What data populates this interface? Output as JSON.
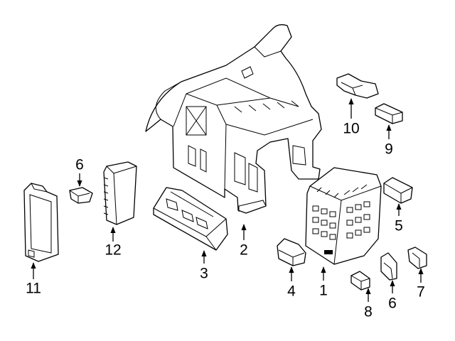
{
  "callouts": [
    {
      "id": "c1",
      "text": "1"
    },
    {
      "id": "c2",
      "text": "2"
    },
    {
      "id": "c3",
      "text": "3"
    },
    {
      "id": "c4",
      "text": "4"
    },
    {
      "id": "c5",
      "text": "5"
    },
    {
      "id": "c6a",
      "text": "6"
    },
    {
      "id": "c6b",
      "text": "6"
    },
    {
      "id": "c7",
      "text": "7"
    },
    {
      "id": "c8",
      "text": "8"
    },
    {
      "id": "c9",
      "text": "9"
    },
    {
      "id": "c10",
      "text": "10"
    },
    {
      "id": "c11",
      "text": "11"
    },
    {
      "id": "c12",
      "text": "12"
    }
  ]
}
